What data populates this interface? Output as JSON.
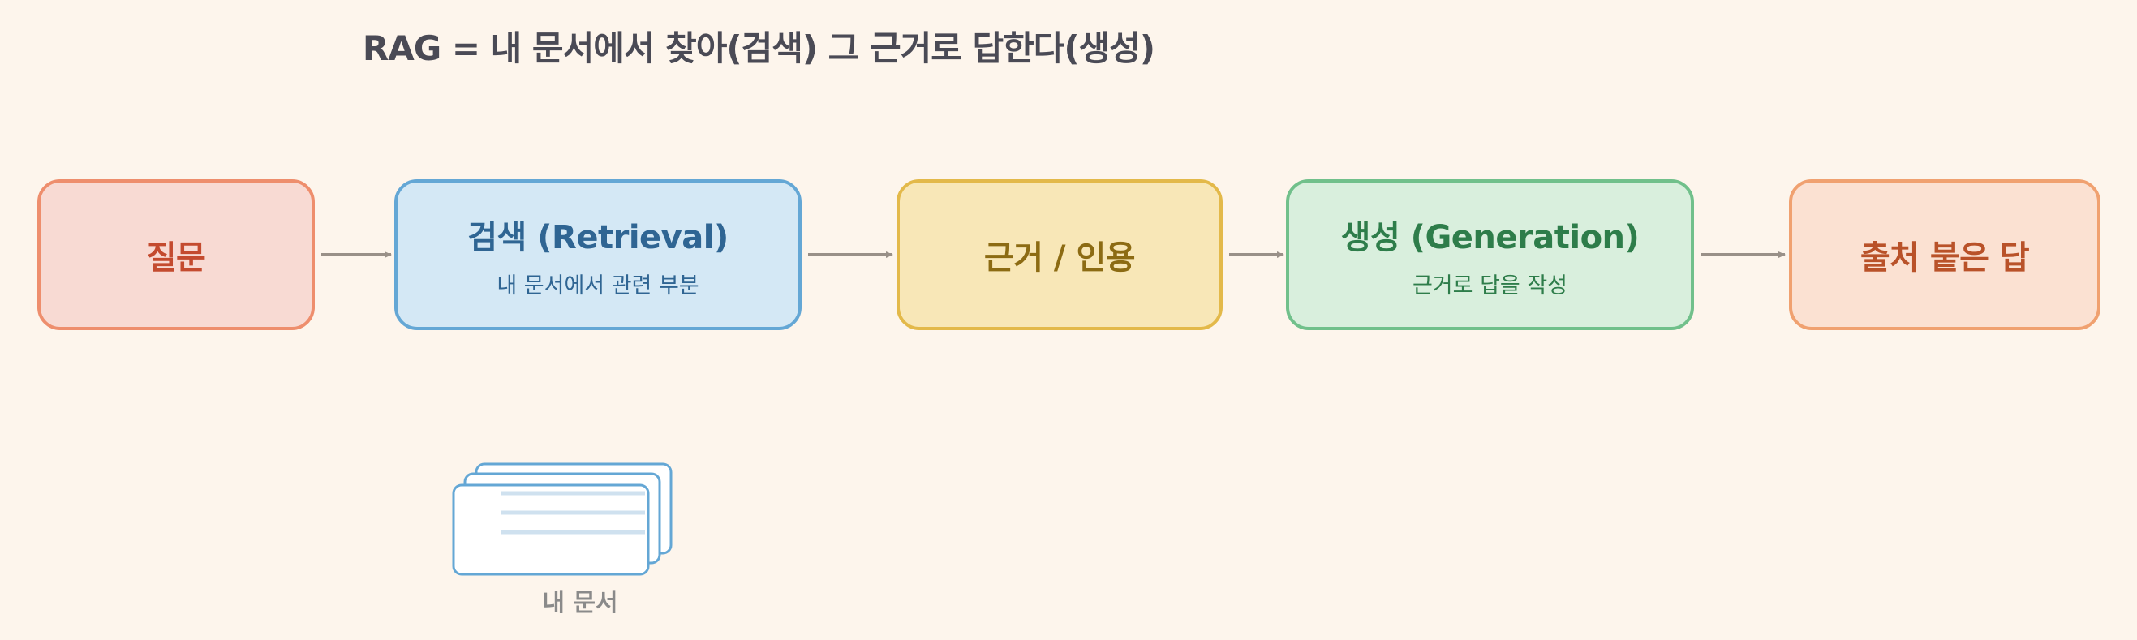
{
  "title": "RAG = 내 문서에서 찾아(검색) 그 근거로 답한다(생성)",
  "nodes": [
    {
      "id": "question",
      "label": "질문",
      "sub": "",
      "fill": "#f8dad3",
      "stroke": "#ee8e6d",
      "text_color": "#c44b2f"
    },
    {
      "id": "retrieval",
      "label": "검색 (Retrieval)",
      "sub": "내 문서에서 관련 부분",
      "fill": "#d4e8f5",
      "stroke": "#64a7d5",
      "text_color": "#2f6593"
    },
    {
      "id": "evidence",
      "label": "근거 / 인용",
      "sub": "",
      "fill": "#f8e7b7",
      "stroke": "#e3b94a",
      "text_color": "#8c6b13"
    },
    {
      "id": "generation",
      "label": "생성 (Generation)",
      "sub": "근거로 답을 작성",
      "fill": "#d9efdd",
      "stroke": "#71c08b",
      "text_color": "#2e7d4a"
    },
    {
      "id": "answer",
      "label": "출처 붙은 답",
      "sub": "",
      "fill": "#fbe1d2",
      "stroke": "#f0a170",
      "text_color": "#b95229"
    }
  ],
  "documents": {
    "label": "내 문서",
    "icon": "stacked-documents-icon"
  },
  "colors": {
    "background": "#fdf5ec",
    "arrow": "#999088",
    "doc_stroke": "#64a7d5",
    "doc_line": "#cfe1ef"
  }
}
